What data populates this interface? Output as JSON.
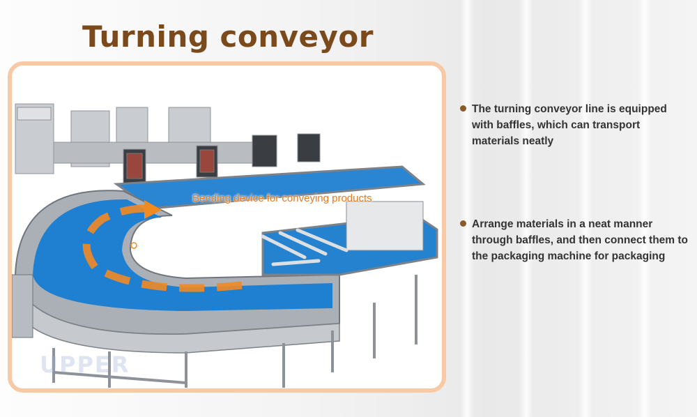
{
  "title": "Turning conveyor",
  "callout": "Bending device for conveying products",
  "watermark": "UPPER",
  "bullets": [
    {
      "text": "The turning conveyor line is equipped with baffles, which can transport materials neatly"
    },
    {
      "text": "Arrange materials in a neat manner through baffles, and then connect them to the packaging machine for packaging"
    }
  ],
  "colors": {
    "title": "#7a4a1c",
    "frame_border": "#f7c9a5",
    "callout": "#e8791a",
    "belt": "#1f7fd0",
    "bullet_dot": "#8b5a2b",
    "bullet_text": "#333333"
  }
}
